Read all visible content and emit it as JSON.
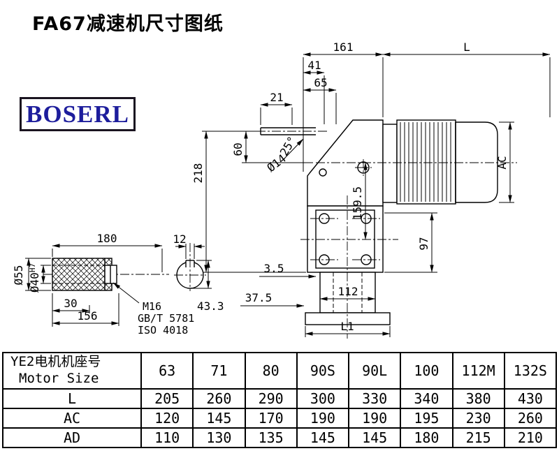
{
  "page": {
    "title": "FA67减速机尺寸图纸"
  },
  "logo": {
    "text": "BOSERL"
  },
  "main_view": {
    "dim_161": "161",
    "dim_L": "L",
    "dim_41": "41",
    "dim_65": "65",
    "dim_21": "21",
    "dim_60": "60",
    "dim_218": "218",
    "dim_dia14": "Ø14",
    "dim_angle": "25°",
    "dim_159_5": "159.5",
    "dim_AC": "AC",
    "dim_97": "97",
    "dim_3_5": "3.5",
    "dim_37_5": "37.5",
    "dim_112": "112",
    "dim_L1": "L1"
  },
  "shaft_view": {
    "dim_180": "180",
    "dim_12": "12",
    "dim_dia55": "Ø55",
    "dim_dia40": "Ø40",
    "dim_dia40_tol": "H7",
    "dim_30": "30",
    "dim_156": "156",
    "note_m16": "M16",
    "note_gbt": "GB/T 5781",
    "note_iso": "ISO 4018",
    "dim_43_3": "43.3"
  },
  "table": {
    "motor_label_cn": "YE2电机机座号",
    "motor_label_en": "Motor Size",
    "sizes": [
      "63",
      "71",
      "80",
      "90S",
      "90L",
      "100",
      "112M",
      "132S"
    ],
    "rows": [
      {
        "label": "L",
        "values": [
          "205",
          "260",
          "290",
          "300",
          "330",
          "340",
          "380",
          "430"
        ]
      },
      {
        "label": "AC",
        "values": [
          "120",
          "145",
          "170",
          "190",
          "190",
          "195",
          "230",
          "260"
        ]
      },
      {
        "label": "AD",
        "values": [
          "110",
          "130",
          "135",
          "145",
          "145",
          "180",
          "215",
          "210"
        ]
      }
    ]
  }
}
